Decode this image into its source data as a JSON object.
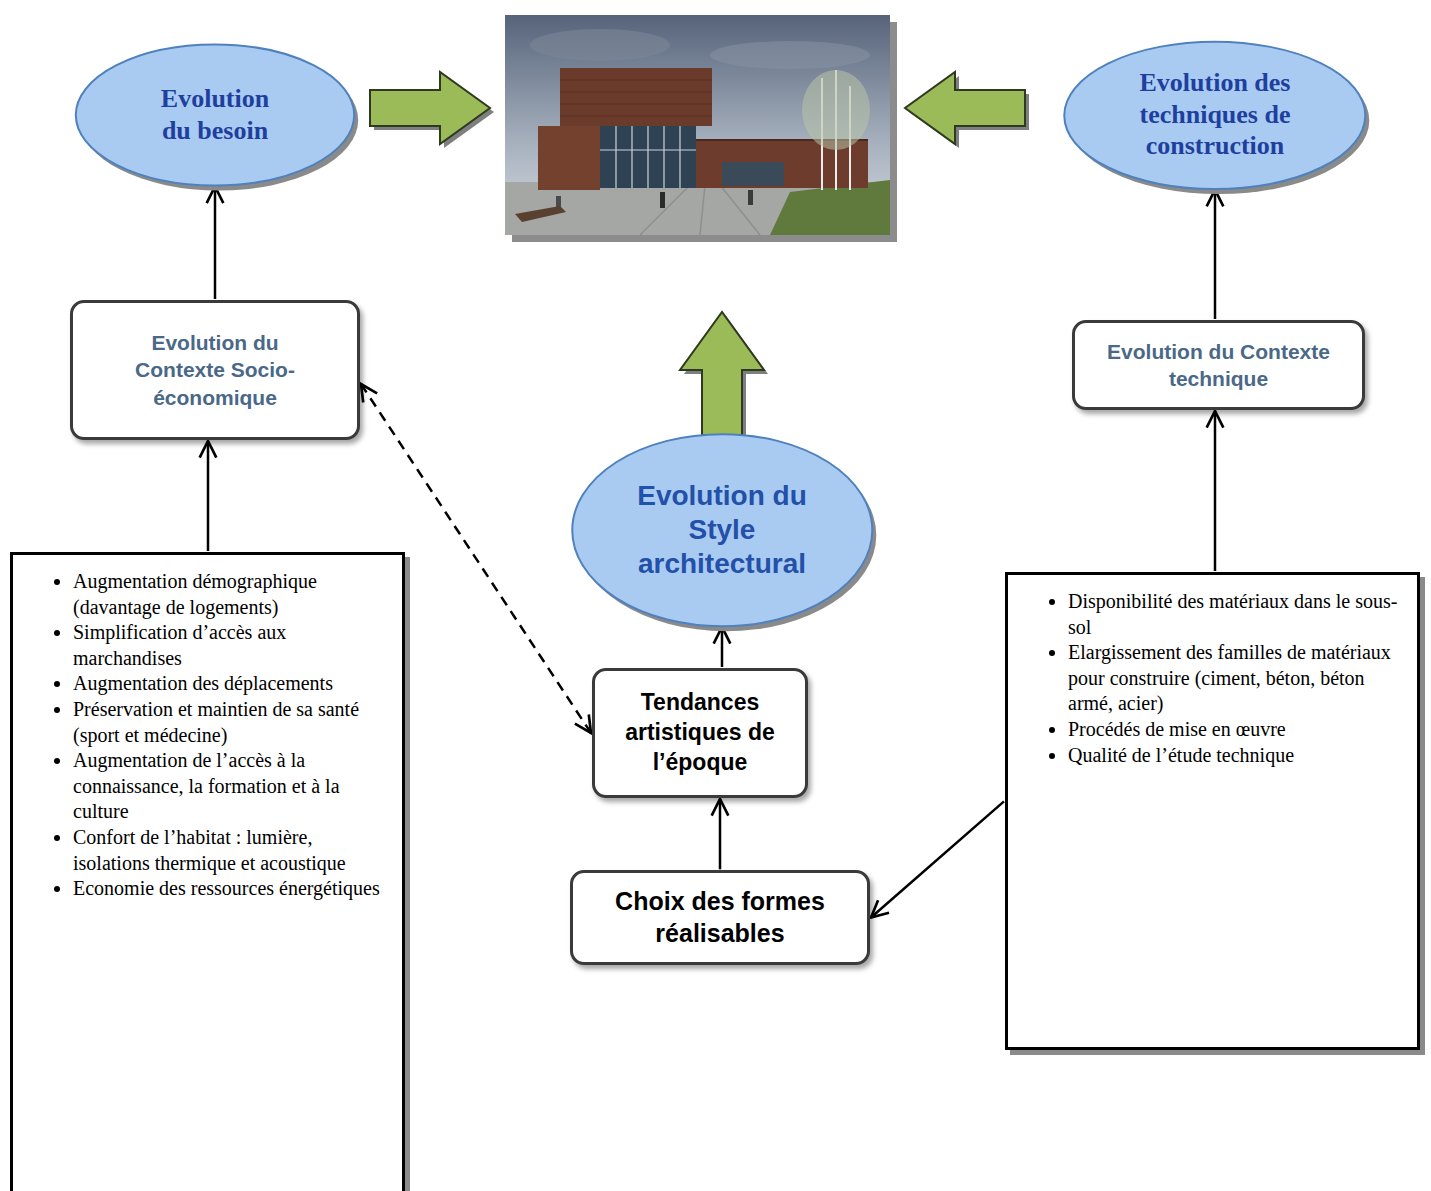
{
  "diagram": {
    "nodes": [
      {
        "text": [
          "Evolution du besoin"
        ]
      },
      {
        "text": [
          "Evolution des techniques de construction"
        ]
      },
      {
        "text": [
          "Evolution du Contexte Socio-économique"
        ]
      },
      {
        "text": [
          "Evolution du Contexte technique"
        ]
      },
      {
        "text": [
          "Evolution du Style architectural"
        ]
      },
      {
        "text": [
          "Augmentation démographique (davantage de logements)",
          "Simplification d’accès aux marchandises",
          "Augmentation des déplacements",
          "Préservation et maintien de sa santé (sport et médecine)",
          "Augmentation de l’accès à la connaissance, la formation et à la culture",
          "Confort de l’habitat : lumière, isolations thermique et acoustique",
          "Economie des ressources énergétiques"
        ]
      },
      {
        "text": [
          "Disponibilité des matériaux dans le sous-sol",
          "Elargissement des familles de matériaux pour construire (ciment, béton, béton armé, acier)",
          "Procédés de mise en œuvre",
          "Qualité de l’étude technique"
        ]
      },
      {
        "text": [
          "Tendances artistiques de l’époque"
        ]
      },
      {
        "text": [
          "Choix des formes réalisables"
        ]
      }
    ],
    "edges": [
      {
        "from": 5,
        "to": 2,
        "arrow": "to"
      },
      {
        "from": 2,
        "to": 0,
        "arrow": "to"
      },
      {
        "from": 6,
        "to": 3,
        "arrow": "to"
      },
      {
        "from": 3,
        "to": 1,
        "arrow": "to"
      },
      {
        "from": 2,
        "to": 7,
        "arrow": "both"
      },
      {
        "from": 8,
        "to": 7,
        "arrow": "to"
      },
      {
        "from": 7,
        "to": 4,
        "arrow": "to"
      },
      {
        "from": 6,
        "to": 8,
        "arrow": "to"
      }
    ]
  }
}
